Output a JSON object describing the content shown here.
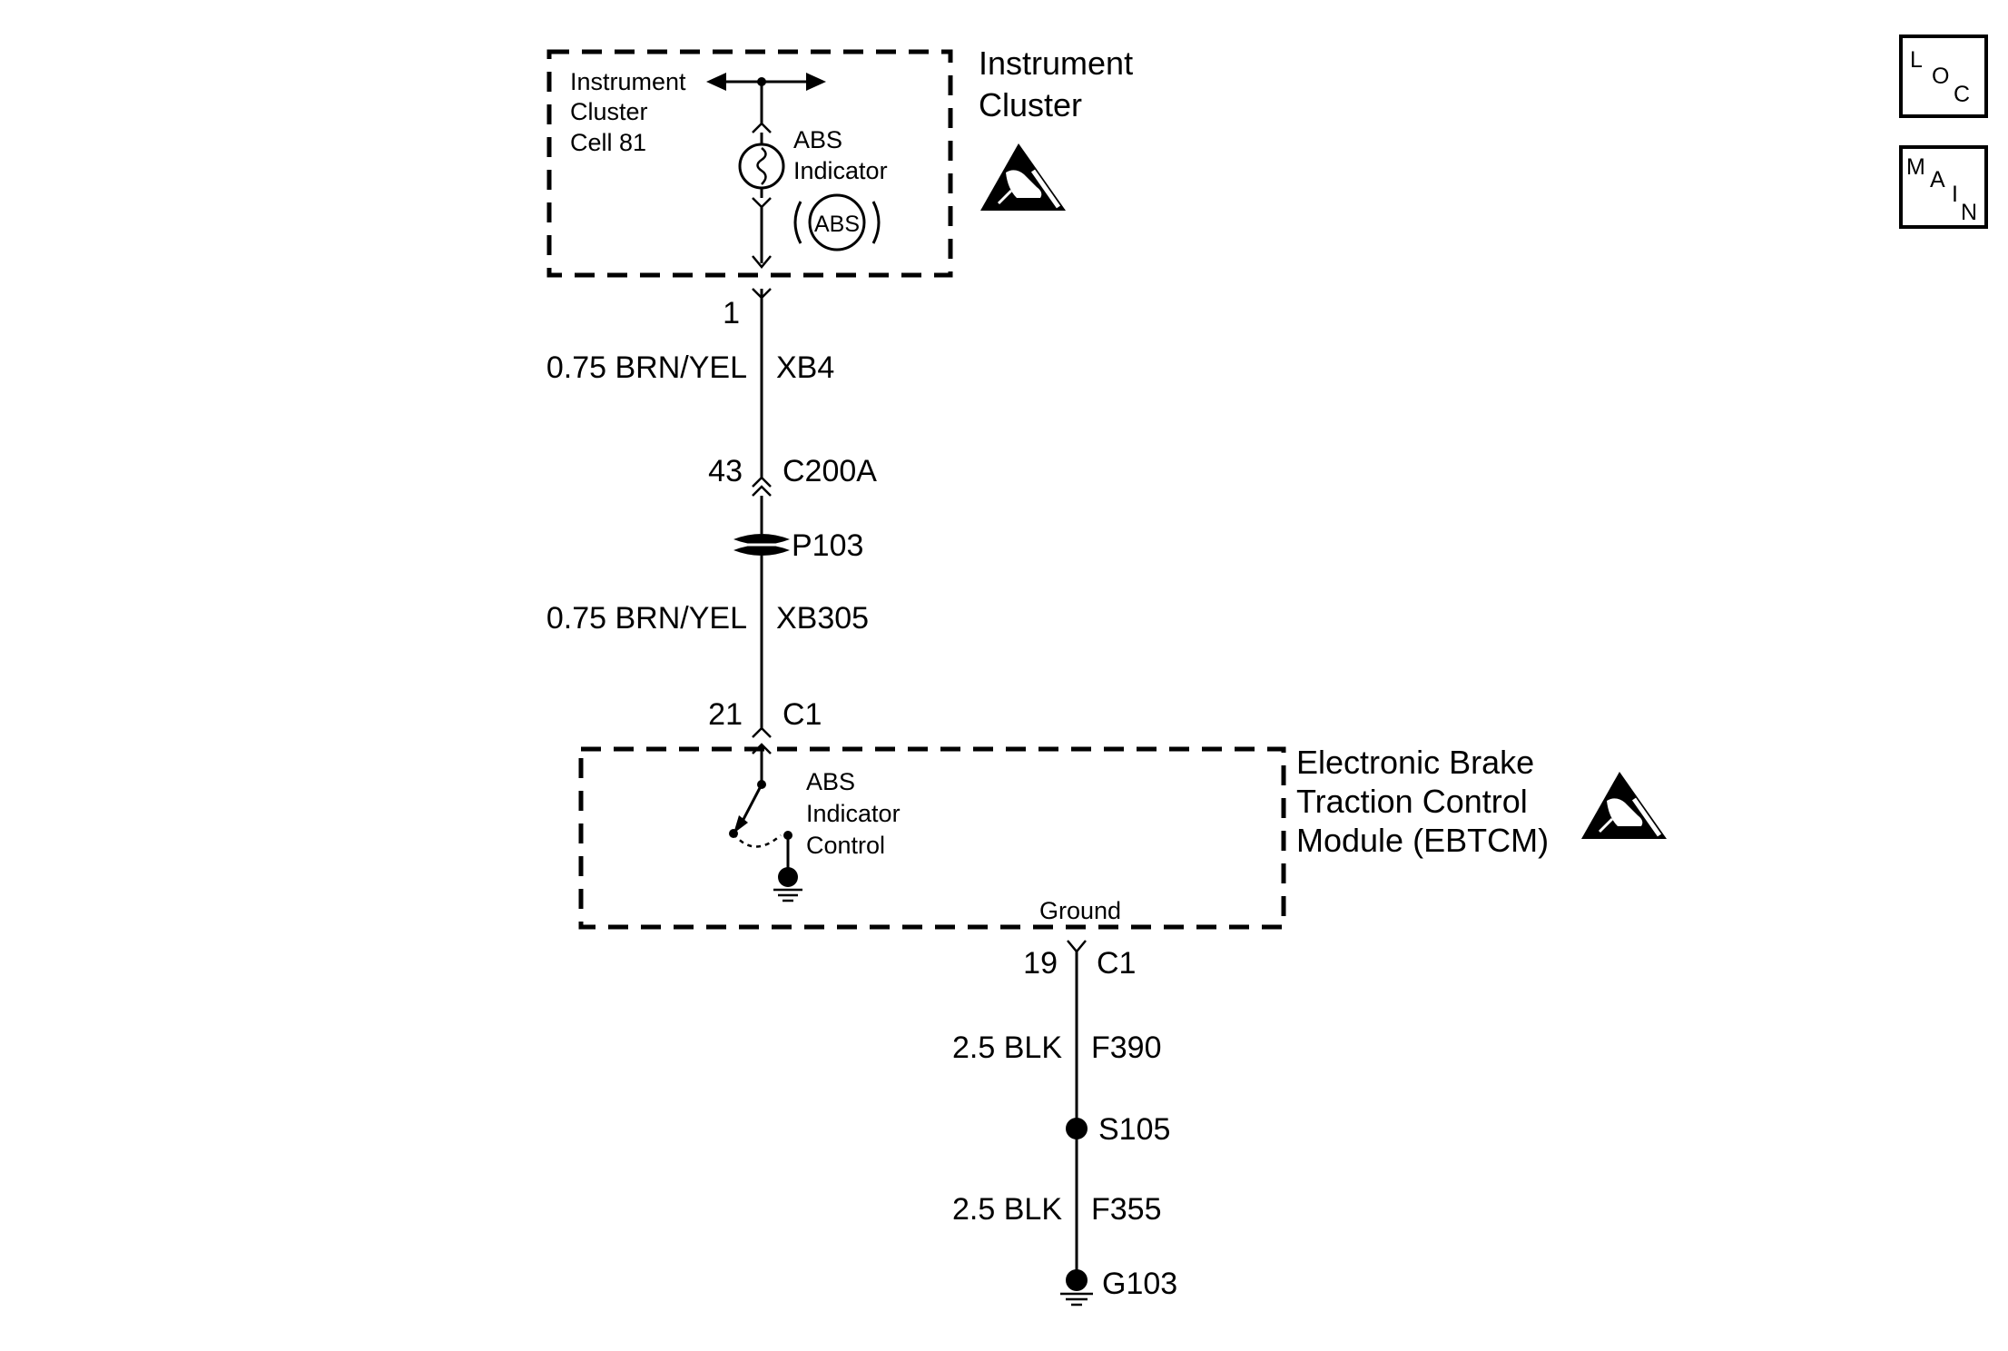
{
  "instrument_cluster": {
    "title_line1": "Instrument",
    "title_line2": "Cluster",
    "cell_line1": "Instrument",
    "cell_line2": "Cluster",
    "cell_line3": "Cell 81",
    "indicator_line1": "ABS",
    "indicator_line2": "Indicator",
    "abs_symbol": "ABS"
  },
  "wire_xb4": {
    "pin": "1",
    "spec": "0.75 BRN/YEL",
    "circuit": "XB4"
  },
  "connector_c200a": {
    "pin": "43",
    "name": "C200A"
  },
  "passthrough": {
    "name": "P103"
  },
  "wire_xb305": {
    "spec": "0.75 BRN/YEL",
    "circuit": "XB305"
  },
  "connector_c1_top": {
    "pin": "21",
    "name": "C1"
  },
  "ebtcm": {
    "title_line1": "Electronic Brake",
    "title_line2": "Traction Control",
    "title_line3": "Module (EBTCM)",
    "control_line1": "ABS",
    "control_line2": "Indicator",
    "control_line3": "Control",
    "ground_label": "Ground"
  },
  "connector_c1_bottom": {
    "pin": "19",
    "name": "C1"
  },
  "wire_f390": {
    "spec": "2.5 BLK",
    "circuit": "F390"
  },
  "splice": {
    "name": "S105"
  },
  "wire_f355": {
    "spec": "2.5 BLK",
    "circuit": "F355"
  },
  "ground_point": {
    "name": "G103"
  },
  "nav": {
    "loc": [
      "L",
      "O",
      "C"
    ],
    "main": [
      "M",
      "A",
      "I",
      "N"
    ]
  },
  "icons": {
    "esd": "esd-warning-icon",
    "ground": "ground-icon",
    "bulb": "bulb-icon"
  }
}
